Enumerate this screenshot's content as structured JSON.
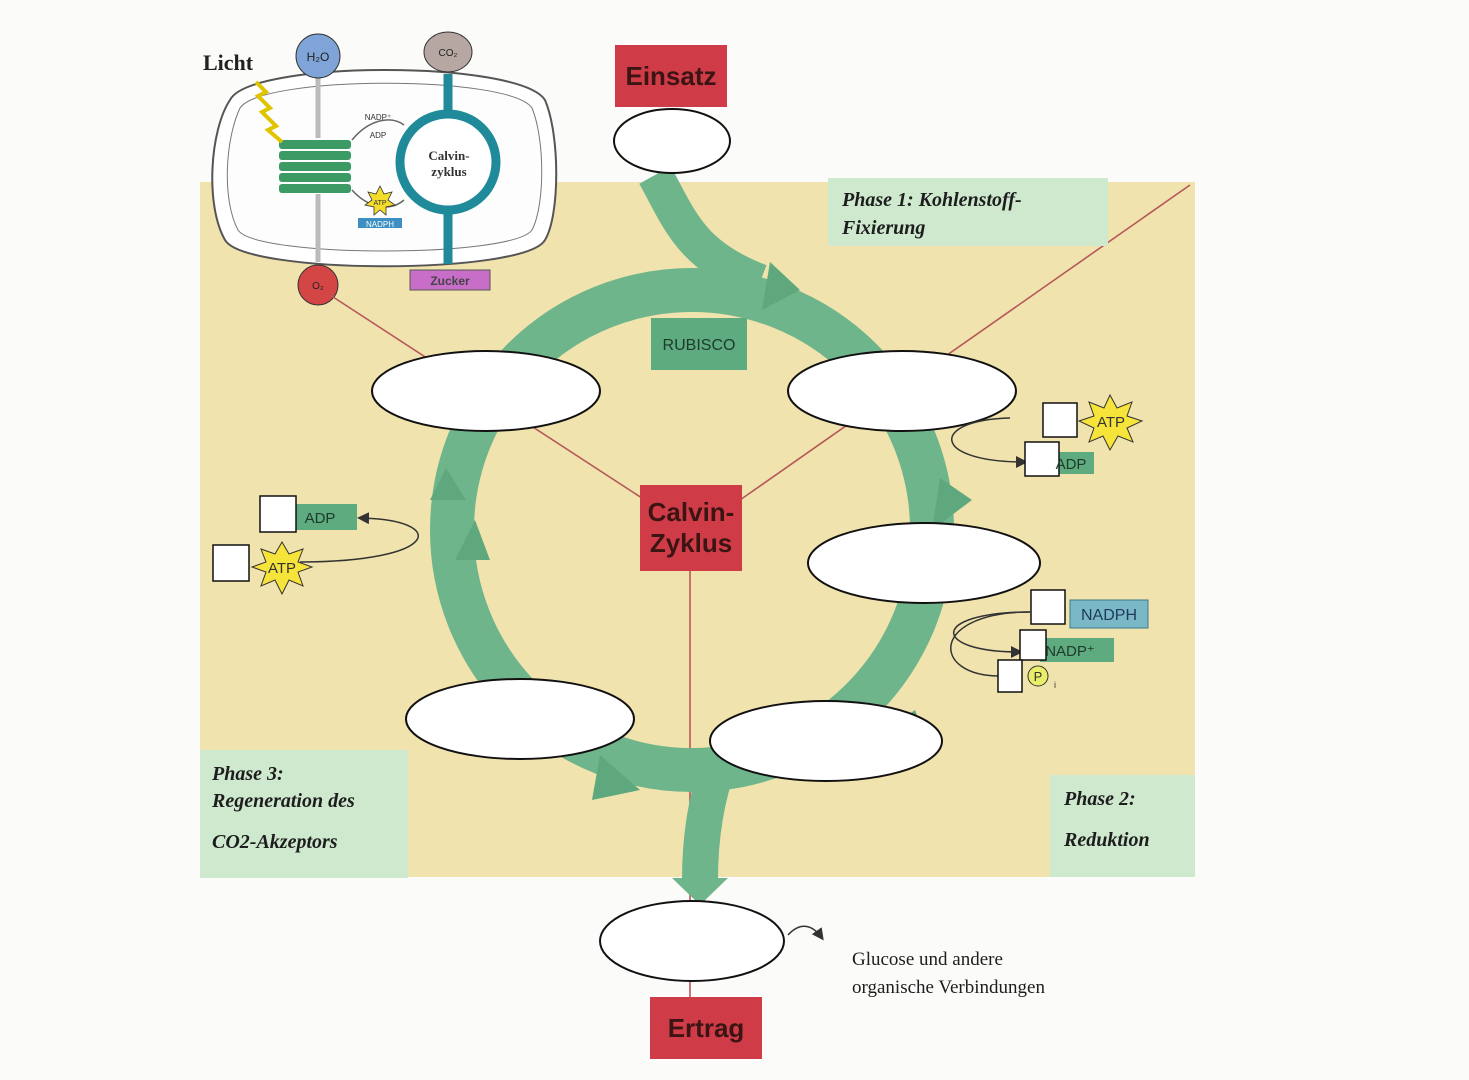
{
  "inset": {
    "light_label": "Licht",
    "h2o": "H₂O",
    "co2": "CO₂",
    "o2": "O₂",
    "sugar": "Zucker",
    "nadp_plus": "NADP⁺",
    "adp": "ADP",
    "atp": "ATP",
    "nadph": "NADPH",
    "calvin_line1": "Calvin-",
    "calvin_line2": "zyklus"
  },
  "input_box": "Einsatz",
  "output_box": "Ertrag",
  "center_box": {
    "line1": "Calvin-",
    "line2": "Zyklus"
  },
  "enzyme": "RUBISCO",
  "phase1": {
    "line1": "Phase 1: Kohlenstoff-",
    "line2": "Fixierung"
  },
  "phase2": {
    "line1": "Phase 2:",
    "line2": "Reduktion"
  },
  "phase3": {
    "line1": "Phase 3:",
    "line2": "Regeneration des",
    "line3": "CO2-Akzeptors"
  },
  "right_top": {
    "atp": "ATP",
    "adp": "ADP"
  },
  "right_mid": {
    "nadph": "NADPH",
    "nadp": "NADP⁺",
    "p": "P",
    "p_sub": "i"
  },
  "left": {
    "adp": "ADP",
    "atp": "ATP"
  },
  "output_note": {
    "line1": "Glucose und andere",
    "line2": "organische Verbindungen"
  },
  "colors": {
    "background": "#f1e3ad",
    "cycle_green": "#6fb58c",
    "box_red": "#cf3c48",
    "phase_box": "#cfe9cf",
    "line": "#b5585a"
  }
}
